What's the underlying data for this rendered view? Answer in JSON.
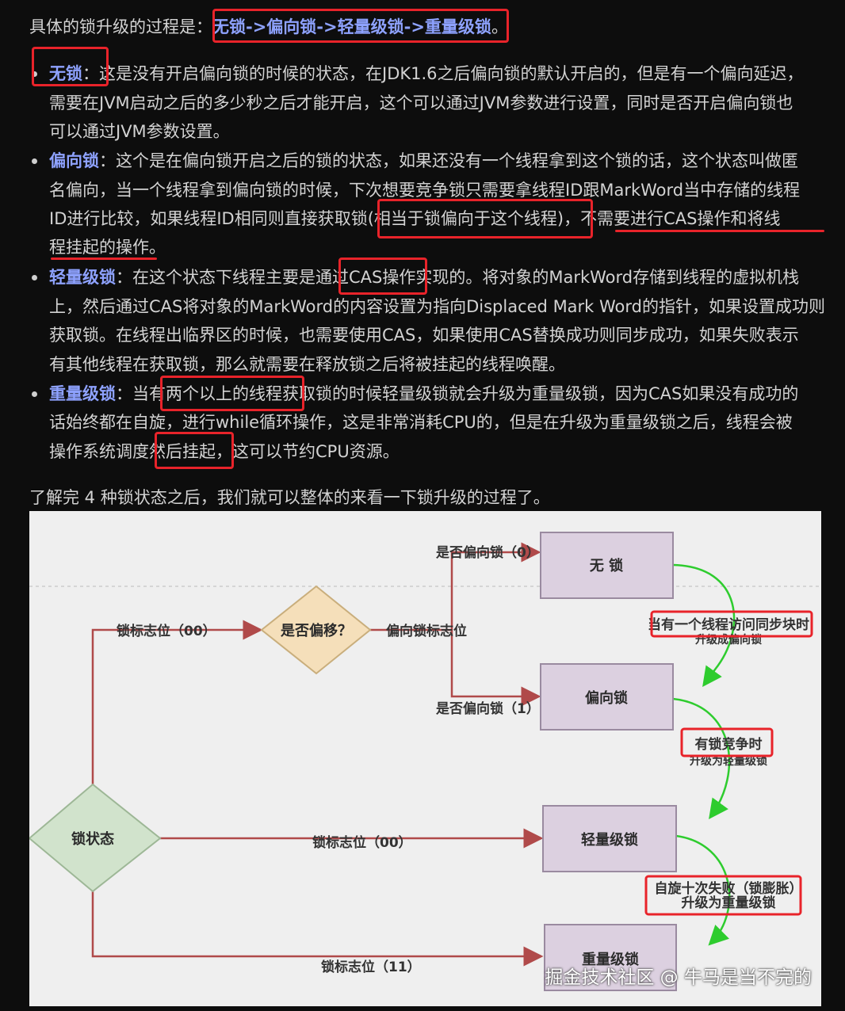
{
  "intro": {
    "prefix": "具体的锁升级的过程是：",
    "path": "无锁->偏向锁->轻量级锁->重量级锁",
    "suffix": "。"
  },
  "items": [
    {
      "term": "无锁",
      "line1": "：这是没有开启偏向锁的时候的状态，在JDK1.6之后偏向锁的默认开启的，但是有一个偏向延迟，",
      "line2": "需要在JVM启动之后的多少秒之后才能开启，这个可以通过JVM参数进行设置，同时是否开启偏向锁也",
      "line3": "可以通过JVM参数设置。"
    },
    {
      "term": "偏向锁",
      "line1": "：这个是在偏向锁开启之后的锁的状态，如果还没有一个线程拿到这个锁的话，这个状态叫做匿",
      "line2": "名偏向，当一个线程拿到偏向锁的时候，下次想要竞争锁只需要拿线程ID跟MarkWord当中存储的线程",
      "line3a": "ID进行比较，如果线程ID相同则直接获取锁",
      "line3b": "(相当于锁偏向于这个线程)",
      "line3c": "，",
      "line3d": "不需要进行CAS操作和将线",
      "line4a": "程挂起的操作",
      "line4b": "。"
    },
    {
      "term": "轻量级锁",
      "line1a": "：在这个状态下线程主要是通",
      "line1b": "过CAS操作",
      "line1c": "实现的。将对象的MarkWord存储到线程的虚拟机栈",
      "line2": "上，然后通过CAS将对象的MarkWord的内容设置为指向Displaced Mark Word的指针，如果设置成功则",
      "line3": "获取锁。在线程出临界区的时候，也需要使用CAS，如果使用CAS替换成功则同步成功，如果失败表示",
      "line4": "有其他线程在获取锁，那么就需要在释放锁之后将被挂起的线程唤醒。"
    },
    {
      "term": "重量级锁",
      "line1a": "：当有",
      "line1b": "两个以上的线程获",
      "line1c": "取锁的时候轻量级锁就会升级为重量级锁，因为CAS如果没有成功的",
      "line2": "话始终都在自旋，进行while循环操作，这是非常消耗CPU的，但是在升级为重量级锁之后，线程会被",
      "line3a": "操作系统调度",
      "line3b": "然后挂起",
      "line3c": "，这可以节约CPU资源。"
    }
  ],
  "summary": "了解完 4 种锁状态之后，我们就可以整体的来看一下锁升级的过程了。",
  "diagram": {
    "nodes": {
      "lock_state": "锁状态",
      "is_biased": "是否偏移？",
      "no_lock": "无 锁",
      "biased": "偏向锁",
      "lightweight": "轻量级锁",
      "heavyweight": "重量级锁"
    },
    "edges": {
      "flag00_top": "锁标志位（00）",
      "biased_flag": "偏向锁标志位",
      "is_biased_0": "是否偏向锁（0）",
      "is_biased_1": "是否偏向锁（1）",
      "flag00_mid": "锁标志位（00）",
      "flag11": "锁标志位（11）"
    },
    "transitions": {
      "t1_line1": "当有一个线程访问同步块时",
      "t1_line2": "升级成偏向锁",
      "t2_line1": "有锁竞争时",
      "t2_line2": "升级为轻量级锁",
      "t3_line1": "自旋十次失败（锁膨胀）",
      "t3_line2": "升级为重量级锁"
    },
    "colors": {
      "red": "#e8232a",
      "green": "#2ecc2e",
      "edge": "#b04a4a",
      "box_fill": "#dcd0e0"
    }
  },
  "watermark": "掘金技术社区 @ 牛马是当不完的"
}
